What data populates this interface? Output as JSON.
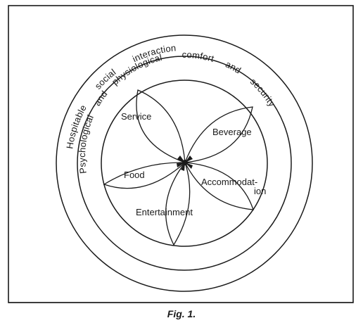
{
  "diagram": {
    "outer_ring_words": [
      "Hospitable",
      "social",
      "interaction"
    ],
    "middle_ring_words": [
      "Psychological",
      "and",
      "physiological",
      "comfort",
      "and",
      "security"
    ],
    "petals": {
      "service": "Service",
      "beverage": "Beverage",
      "accommodation_1": "Accommodat-",
      "accommodation_2": "ion",
      "entertainment": "Entertainment",
      "food": "Food"
    }
  },
  "caption": "Fig. 1."
}
